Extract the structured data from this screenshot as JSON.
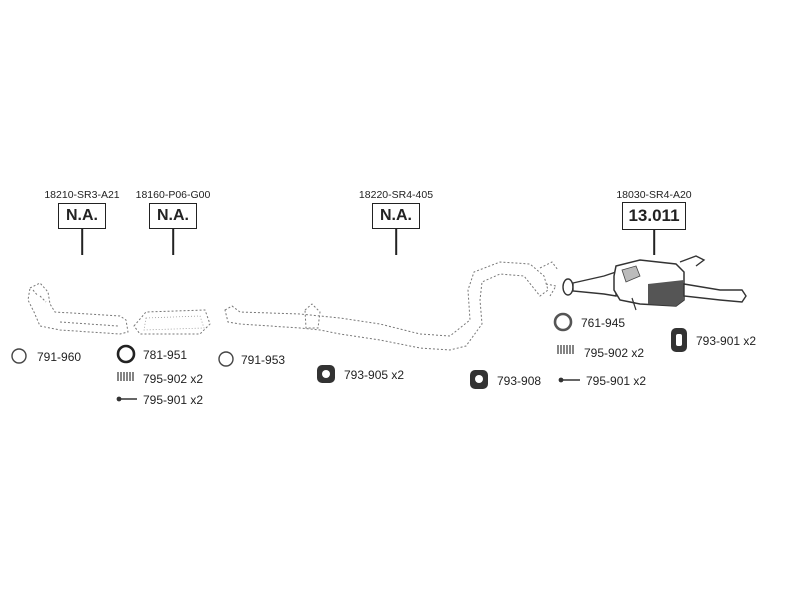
{
  "assemblies": [
    {
      "oem": "18210-SR3-A21",
      "code": "N.A."
    },
    {
      "oem": "18160-P06-G00",
      "code": "N.A."
    },
    {
      "oem": "18220-SR4-405",
      "code": "N.A."
    },
    {
      "oem": "18030-SR4-A20",
      "code": "13.011"
    }
  ],
  "parts": [
    {
      "number": "791-960",
      "icon": "gasket-ring-icon"
    },
    {
      "number": "781-951",
      "icon": "seal-ring-icon"
    },
    {
      "number": "795-902 x2",
      "icon": "spring-icon"
    },
    {
      "number": "795-901 x2",
      "icon": "bolt-icon"
    },
    {
      "number": "791-953",
      "icon": "gasket-ring-icon"
    },
    {
      "number": "793-905 x2",
      "icon": "rubber-hanger-icon"
    },
    {
      "number": "793-908",
      "icon": "rubber-hanger-icon"
    },
    {
      "number": "795-901 x2",
      "icon": "bolt-icon"
    },
    {
      "number": "761-945",
      "icon": "seal-ring-icon"
    },
    {
      "number": "795-902 x2",
      "icon": "spring-icon"
    },
    {
      "number": "793-901 x2",
      "icon": "rubber-hanger-icon"
    }
  ]
}
